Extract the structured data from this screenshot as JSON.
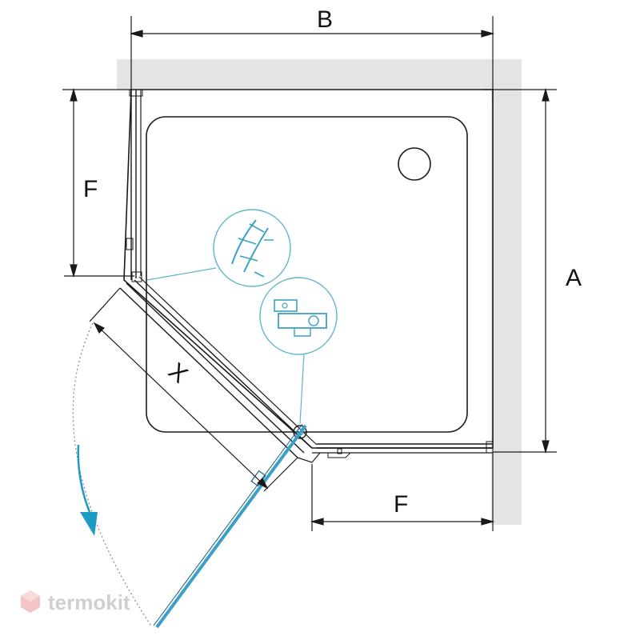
{
  "labels": {
    "width": "B",
    "depth": "A",
    "side_left": "F",
    "side_bottom": "F",
    "door": "X"
  },
  "watermark": {
    "text": "termokit"
  },
  "colors": {
    "wall": "#e4e4e4",
    "outline": "#1a1a1a",
    "glass": "#3aa0c8",
    "arrow": "#1e9bc4",
    "detail": "#5db6c9"
  }
}
